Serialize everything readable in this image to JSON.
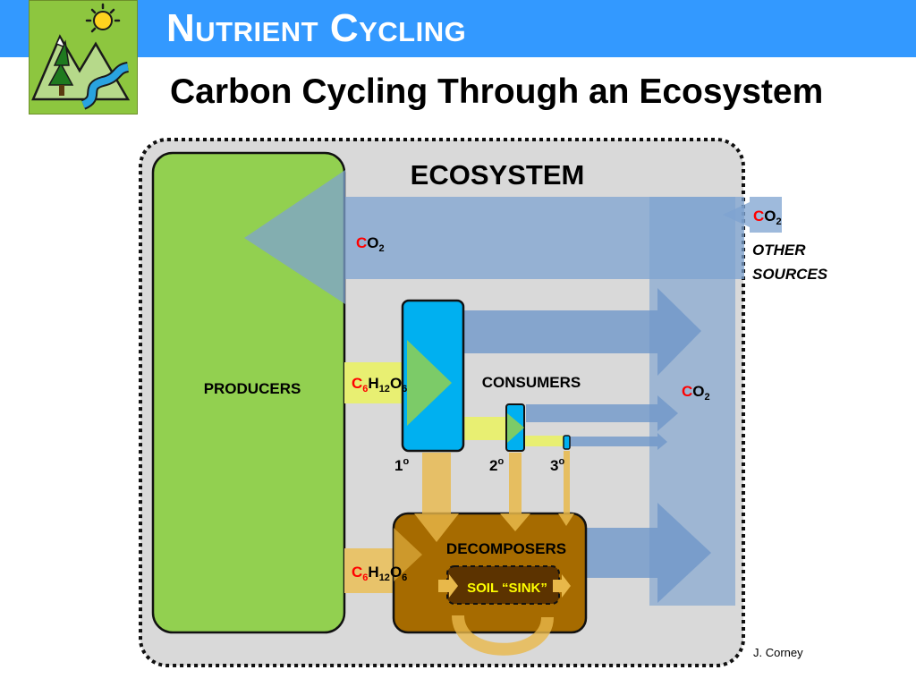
{
  "header": {
    "title": "Nutrient Cycling",
    "subtitle": "Carbon Cycling Through an Ecosystem"
  },
  "logo": {
    "icon": "mountain-tree-river-sun-icon"
  },
  "diagram": {
    "ecosystem_label": "ECOSYSTEM",
    "producers_label": "PRODUCERS",
    "consumers_label": "CONSUMERS",
    "decomposers_label": "DECOMPOSERS",
    "soil_sink_label": "SOIL “SINK”",
    "other_sources_line1": "OTHER",
    "other_sources_line2": "SOURCES",
    "co2": {
      "c": "C",
      "o": "O",
      "sub": "2"
    },
    "glucose": {
      "c": "C",
      "c_sub": "6",
      "h": "H",
      "h_sub": "12",
      "o": "O",
      "o_sub": "6"
    },
    "trophic_levels": [
      {
        "label": "1",
        "sup": "o"
      },
      {
        "label": "2",
        "sup": "o"
      },
      {
        "label": "3",
        "sup": "o"
      }
    ]
  },
  "colors": {
    "header_blue": "#3399ff",
    "producers_green": "#92d050",
    "consumers_blue": "#00b0f0",
    "decomposers_brown": "#a66b00",
    "co2_arrow": "#8eaed4",
    "glucose_arrow": "#e8ef72",
    "decay_arrow": "#e8b84a",
    "carbon_red": "#ff0000",
    "soil_text": "#ffff00"
  },
  "credit": "J. Corney"
}
